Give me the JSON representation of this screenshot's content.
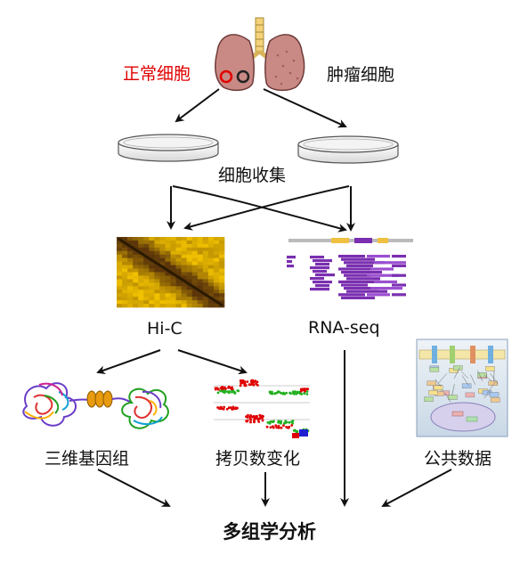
{
  "labels": {
    "normal_cells": "正常细胞",
    "tumor_cells": "肿瘤细胞",
    "cell_collection": "细胞收集",
    "hic": "Hi-C",
    "rnaseq": "RNA-seq",
    "genome_3d": "三维基因组",
    "copy_number": "拷贝数变化",
    "public_data": "公共数据",
    "multiomics": "多组学分析"
  },
  "colors": {
    "normal_label": "#e00000",
    "lung": "#c98a86",
    "trachea": "#f4d27a",
    "hic_gold": "#f2c200",
    "rnaseq_purple": "#7a2fb0",
    "arrow": "#111111"
  },
  "icons": {
    "lungs": "lungs-icon",
    "dish_left": "petri-dish-icon",
    "dish_right": "petri-dish-icon",
    "hic_map": "hic-heatmap-icon",
    "rnaseq_track": "rnaseq-reads-icon",
    "genome_3d": "chromatin-3d-icon",
    "copy_number": "copy-number-plot-icon",
    "pathway": "pathway-diagram-icon"
  }
}
